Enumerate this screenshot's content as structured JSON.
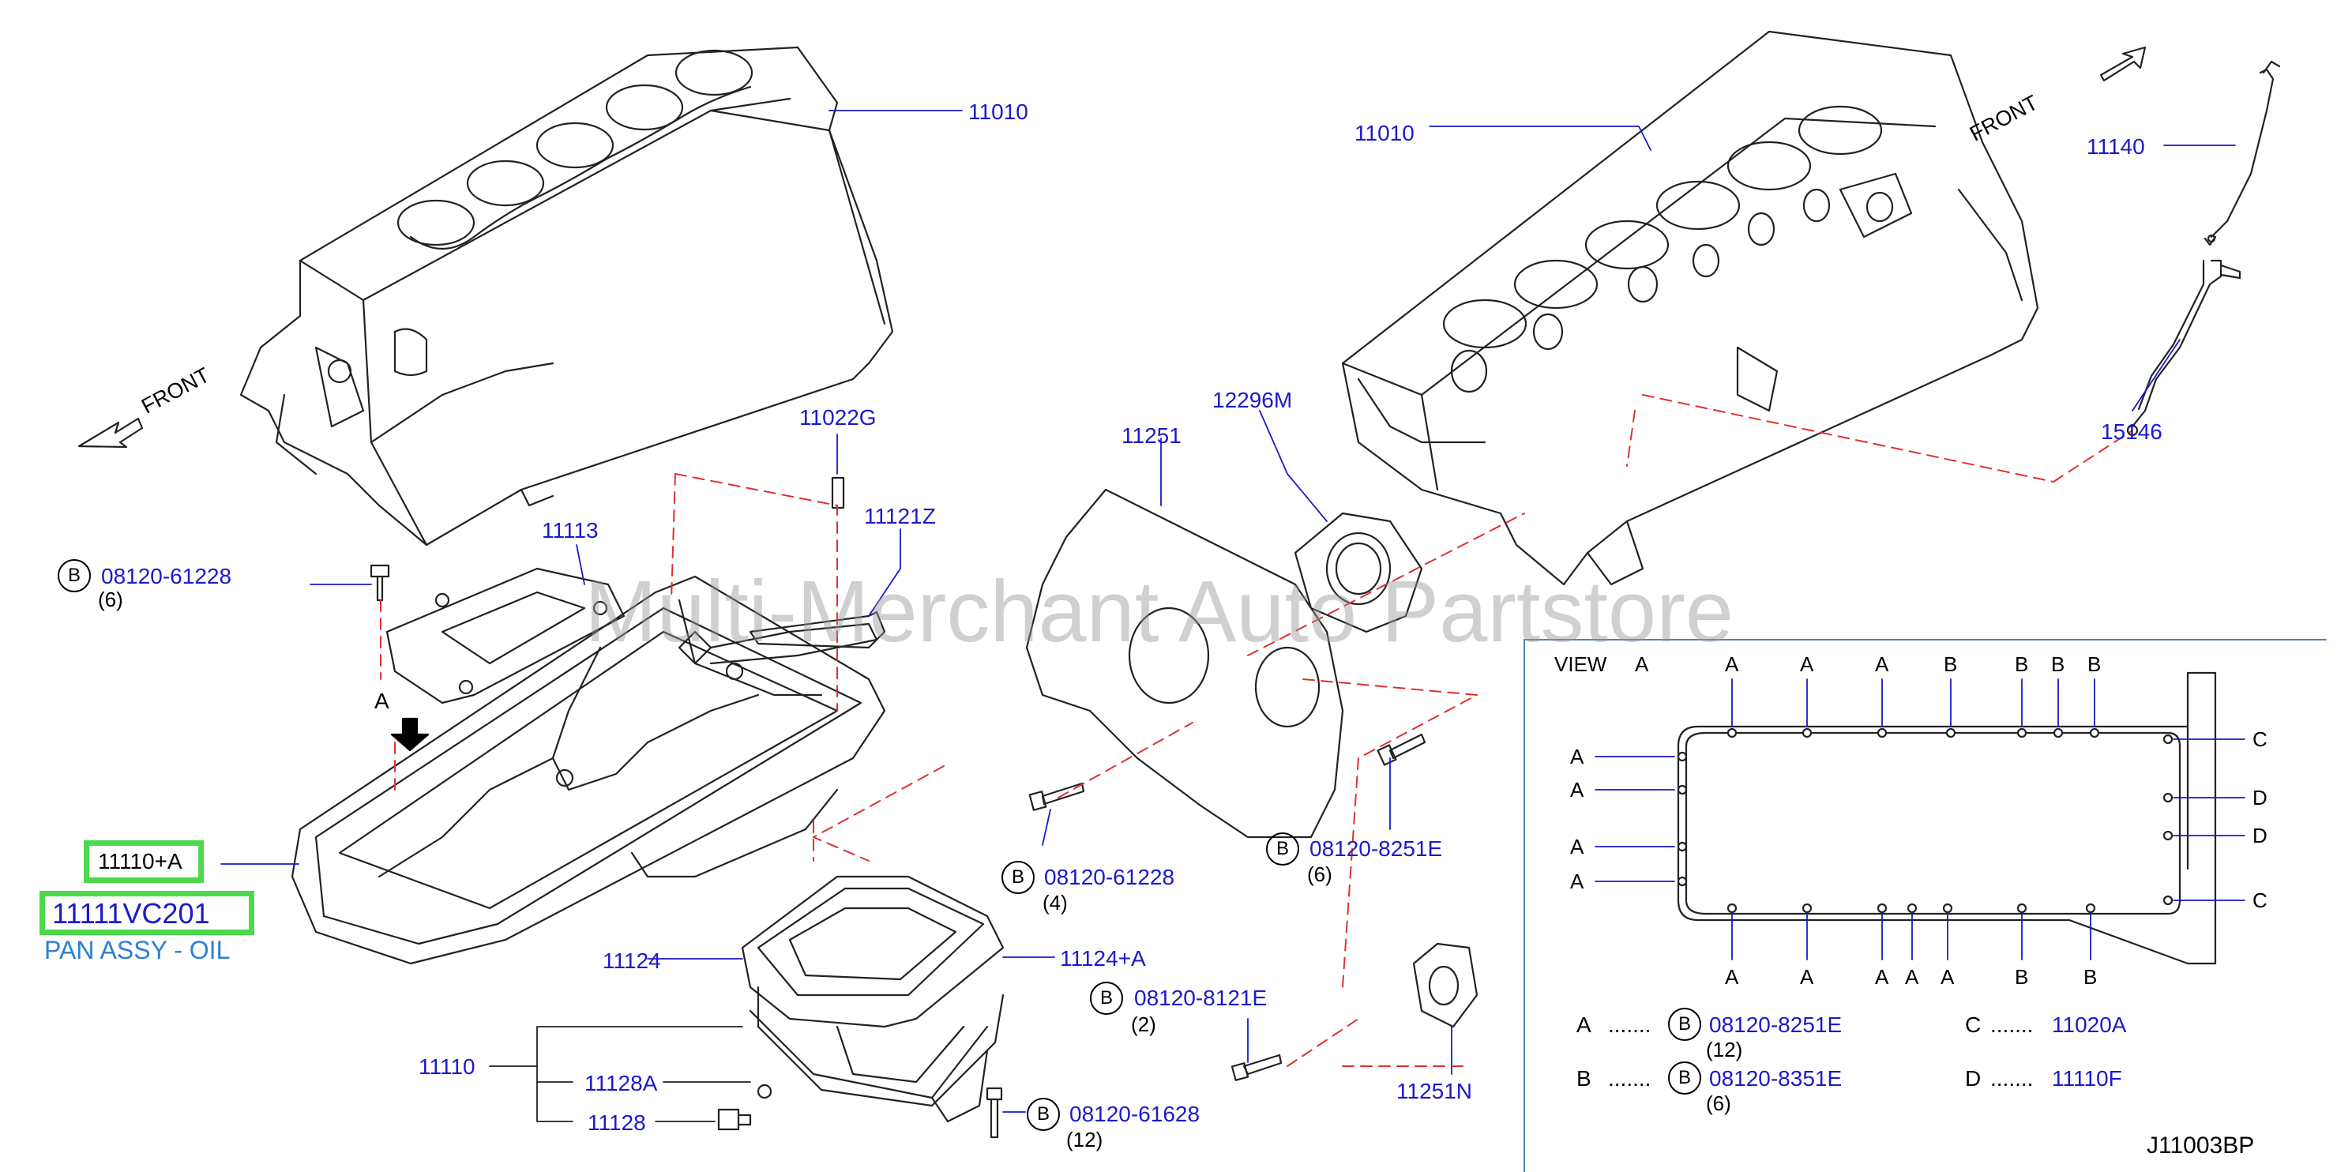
{
  "watermark": "Multi-Merchant Auto Partstore",
  "front_label": "FRONT",
  "diagram_code": "J11003BP",
  "highlight": {
    "ref": "11110+A",
    "part_number": "11111VC201",
    "description": "PAN ASSY - OIL",
    "color": "#4cd94c"
  },
  "callouts": {
    "block_left": "11010",
    "block_right": "11010",
    "dowel": "11022G",
    "gasket_11121z": "11121Z",
    "baffle": "11113",
    "plate": "11251",
    "seal": "12296M",
    "dipstick": "11140",
    "guide": "15146",
    "gasket_upper": "11124",
    "gasket_lower": "11124+A",
    "lower_pan": "11110",
    "drain_washer": "11128A",
    "drain_plug": "11128",
    "cover": "11251N"
  },
  "bolts": [
    {
      "circle": "B",
      "part": "08120-61228",
      "qty": "(6)"
    },
    {
      "circle": "B",
      "part": "08120-61228",
      "qty": "(4)"
    },
    {
      "circle": "B",
      "part": "08120-8251E",
      "qty": "(6)"
    },
    {
      "circle": "B",
      "part": "08120-8121E",
      "qty": "(2)"
    },
    {
      "circle": "B",
      "part": "08120-61628",
      "qty": "(12)"
    }
  ],
  "arrow_label": "A",
  "view": {
    "title": "VIEW",
    "title_letter": "A",
    "top_letters": [
      "A",
      "A",
      "A",
      "B",
      "B",
      "B",
      "B"
    ],
    "left_letters": [
      "A",
      "A",
      "A",
      "A"
    ],
    "right_letters": [
      "C",
      "D",
      "D",
      "C"
    ],
    "bottom_letters": [
      "A",
      "A",
      "A",
      "A",
      "A",
      "B",
      "B"
    ]
  },
  "legend": [
    {
      "key": "A",
      "dots": ".......",
      "circle": "B",
      "part": "08120-8251E",
      "qty": "(12)"
    },
    {
      "key": "B",
      "dots": ".......",
      "circle": "B",
      "part": "08120-8351E",
      "qty": "(6)"
    },
    {
      "key": "C",
      "dots": ".......",
      "part": "11020A"
    },
    {
      "key": "D",
      "dots": ".......",
      "part": "11110F"
    }
  ],
  "colors": {
    "callout": "#1a1acc",
    "leader": "#1a1acc",
    "dashed": "#e03030",
    "line": "#222222",
    "panel_border": "#5a7fb0"
  }
}
